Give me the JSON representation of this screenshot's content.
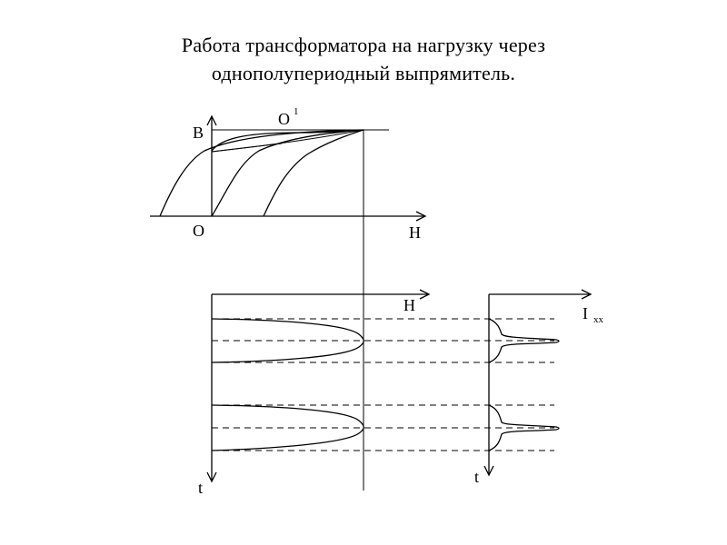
{
  "title": {
    "line1": "Работа трансформатора на нагрузку через",
    "line2": "однополупериодный выпрямитель."
  },
  "labels": {
    "b_axis": "B",
    "h_axis_top": "H",
    "origin": "O",
    "o_prime": "O",
    "o_prime_mark": "1",
    "h_axis_mid": "H",
    "t_axis_left": "t",
    "t_axis_right": "t",
    "current_axis": "I",
    "current_axis_sub": "xx"
  }
}
